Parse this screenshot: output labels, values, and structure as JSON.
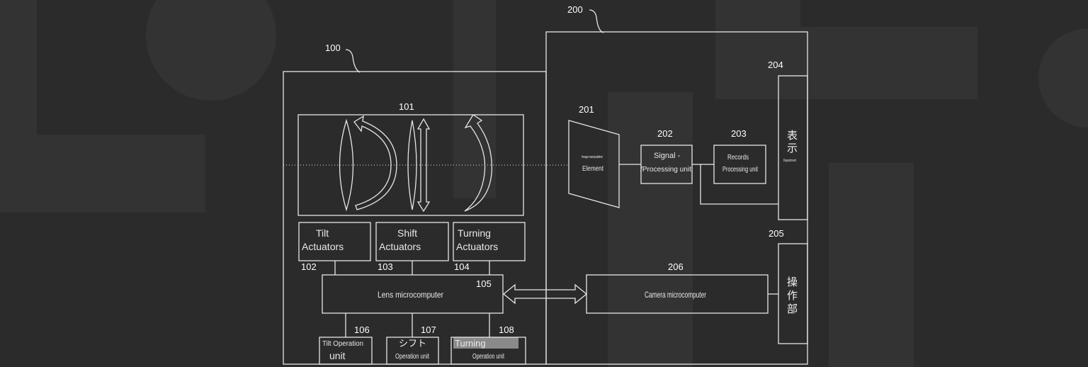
{
  "refs": {
    "camera_body": "200",
    "lens_unit": "100",
    "optical_system": "101",
    "tilt_actuator": "102",
    "shift_actuator": "103",
    "turning_actuator": "104",
    "lens_micro": "105",
    "tilt_op": "106",
    "shift_op": "107",
    "turning_op": "108",
    "image_element": "201",
    "signal_proc": "202",
    "records_proc": "203",
    "display": "204",
    "operation": "205",
    "camera_micro": "206"
  },
  "labels": {
    "tilt_line1": "Tilt",
    "tilt_line2": "Actuators",
    "shift_line1": "Shift",
    "shift_line2": "Actuators",
    "turning_line1": "Turning",
    "turning_line2": "Actuators",
    "lens_micro": "Lens microcomputer",
    "tilt_op_line1": "Tilt Operation",
    "tilt_op_line2": "unit",
    "shift_op_line1": "シフト",
    "shift_op_line2": "Operation unit",
    "turning_op_line1": "Turning",
    "turning_op_line2": "Operation unit",
    "image_element_small": "Image manipulation",
    "image_element": "Element",
    "signal_line1": "Signal -",
    "signal_line2": "/Processing unit",
    "records_line1": "Records",
    "records_line2": "Processing unit",
    "camera_micro": "Camera microcomputer",
    "display_cjk1": "表",
    "display_cjk2": "示",
    "display_small": "Department",
    "operation_cjk1": "操",
    "operation_cjk2": "作",
    "operation_cjk3": "部"
  },
  "colors": {
    "background": "#2b2b2b",
    "line": "#e6e6e6",
    "highlight": "#8a8a8a"
  }
}
